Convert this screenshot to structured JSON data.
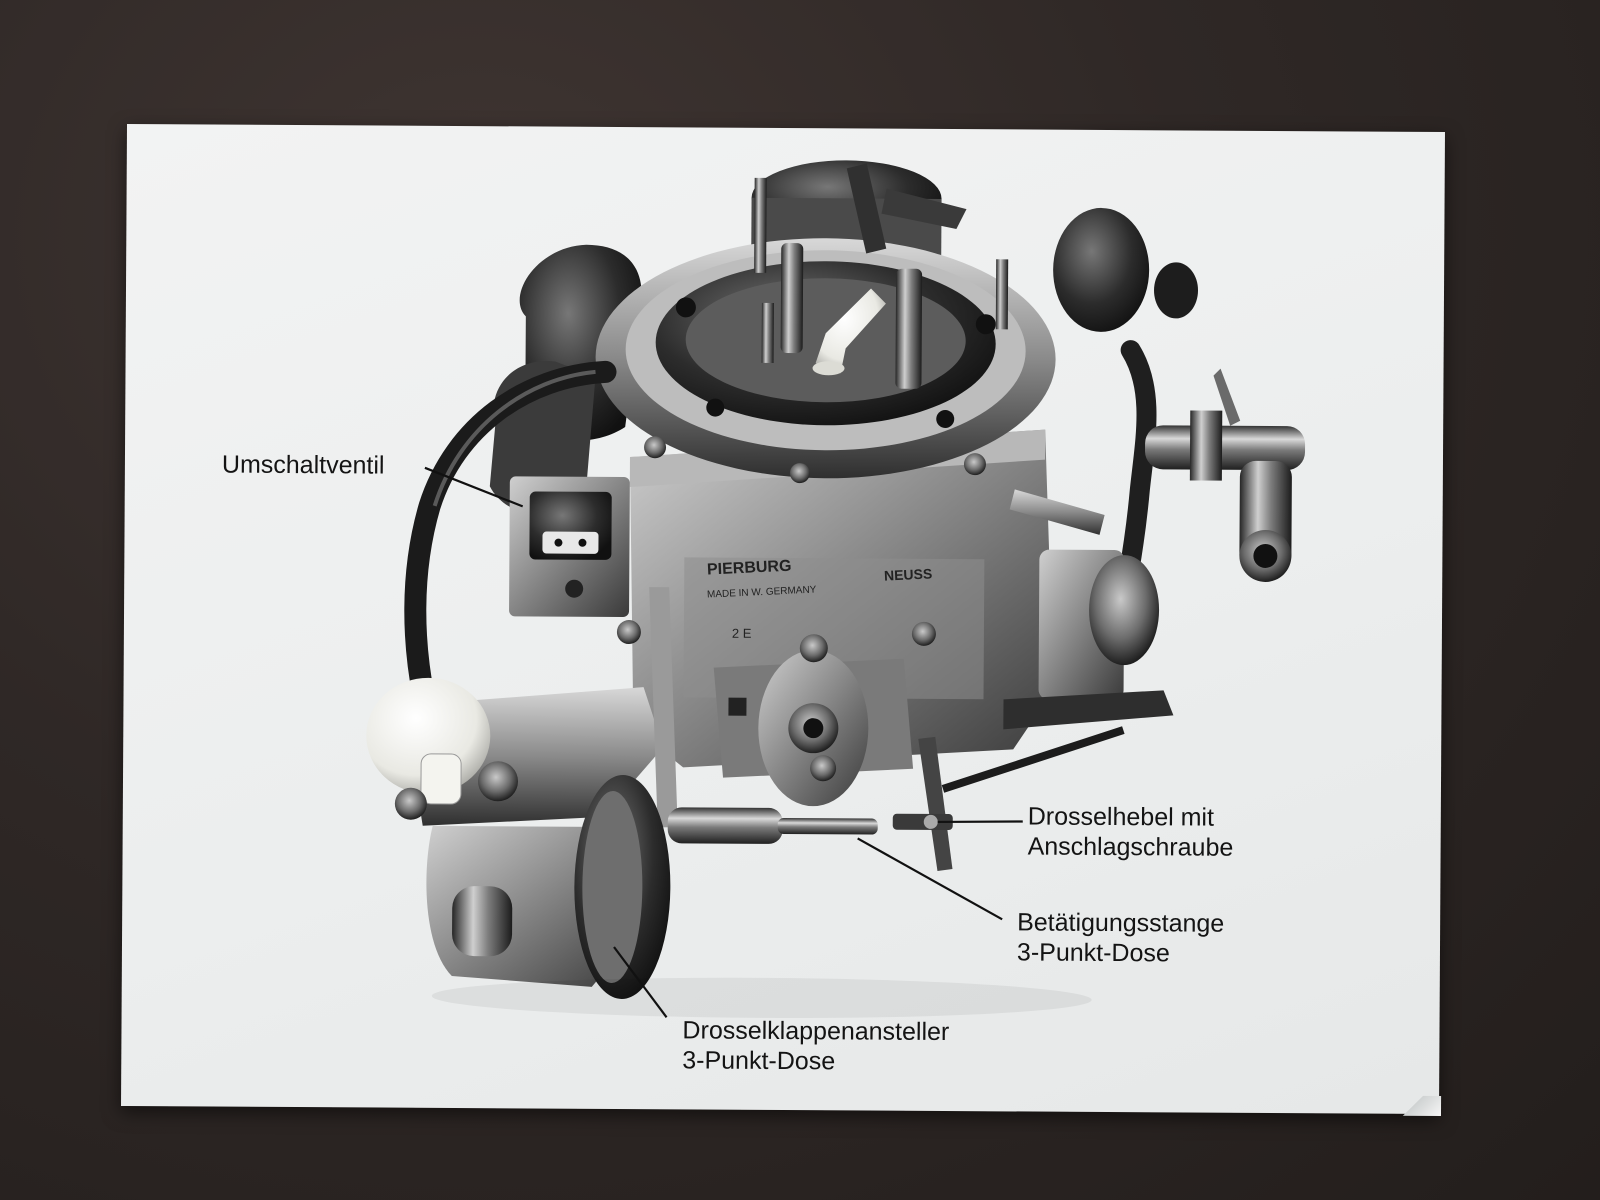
{
  "labels": {
    "umschaltventil": {
      "line1": "Umschaltventil"
    },
    "drosselhebel": {
      "line1": "Drosselhebel  mit",
      "line2": "Anschlagschraube"
    },
    "betaetigungsstange": {
      "line1": "Betätigungsstange",
      "line2": "3-Punkt-Dose"
    },
    "drosselklappenansteller": {
      "line1": "Drosselklappenansteller",
      "line2": "3-Punkt-Dose"
    }
  },
  "engraving": {
    "brand": "PIERBURG",
    "made_in": "MADE IN W. GERMANY",
    "city": "NEUSS",
    "model": "2 E"
  },
  "colors": {
    "background": "#2f2826",
    "card": "#eef0f0",
    "metal_dark": "#2a2a2a",
    "metal_mid": "#6f6f6f",
    "metal_light": "#b9b9b9",
    "plastic_light": "#f1f1ec",
    "text": "#141414"
  }
}
